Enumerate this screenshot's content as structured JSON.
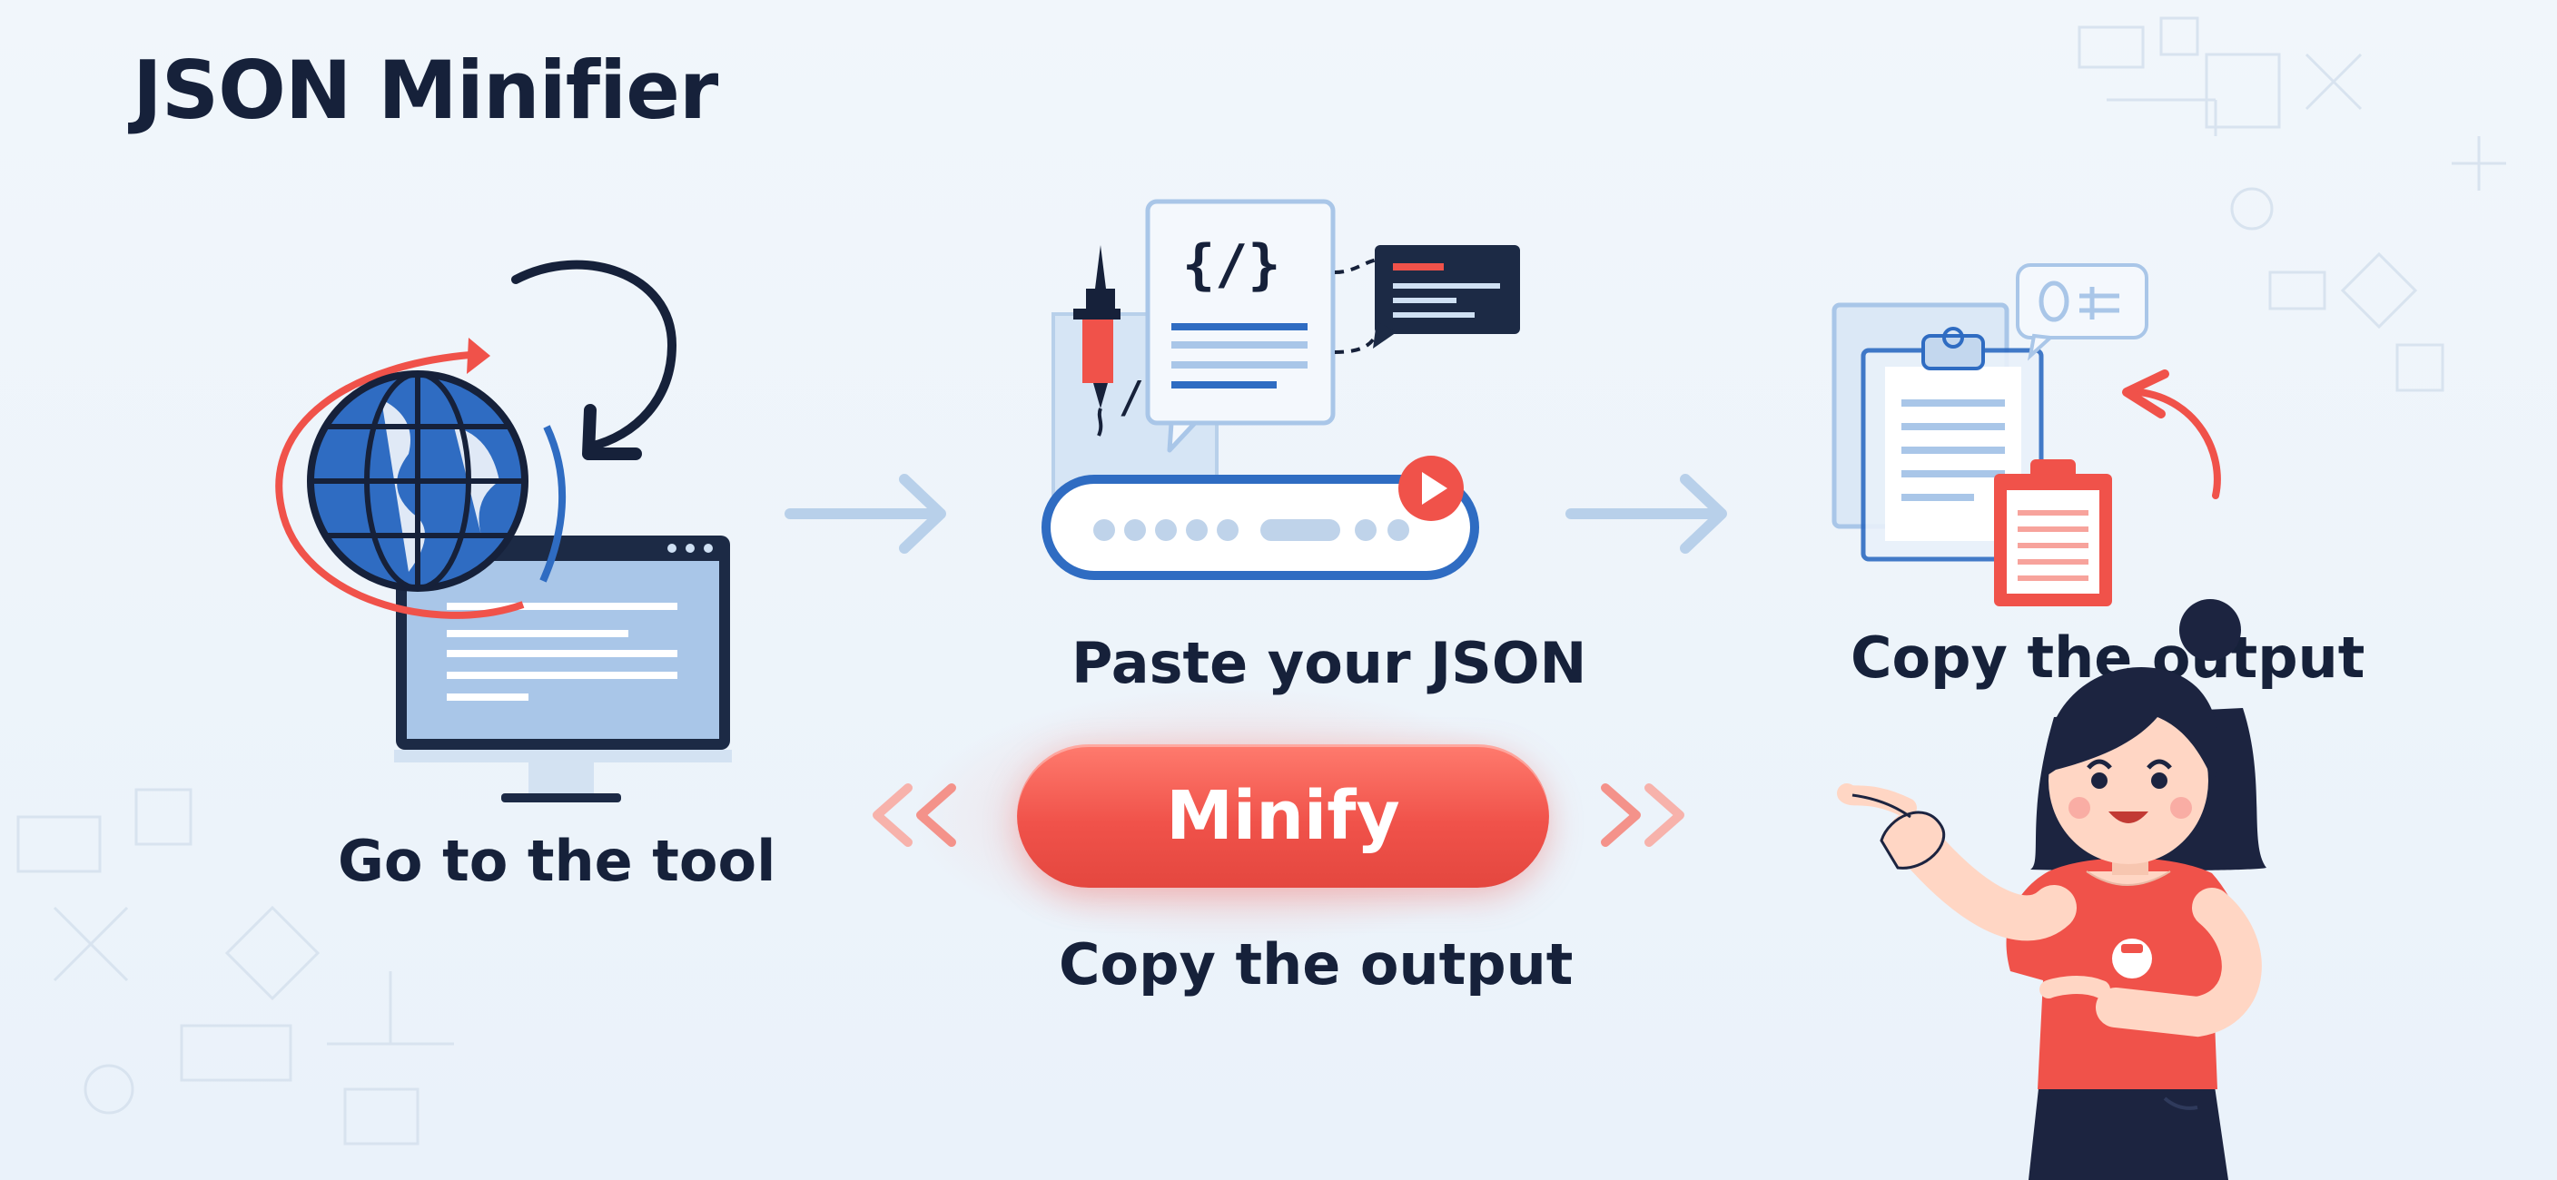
{
  "title": "JSON Minifier",
  "steps": [
    {
      "label": "Go to the tool",
      "icon": "globe-monitor-icon"
    },
    {
      "label": "Paste your JSON",
      "icon": "code-paste-input-icon"
    },
    {
      "label": "Copy the output",
      "icon": "clipboard-copy-icon"
    }
  ],
  "minify_button": {
    "label": "Minify"
  },
  "bottom_label": "Copy the output",
  "code_glyph": "{/}",
  "colors": {
    "accent": "#f0524a",
    "blue": "#2f6cc2",
    "dark": "#16213a",
    "light_blue": "#a9c6e8"
  }
}
